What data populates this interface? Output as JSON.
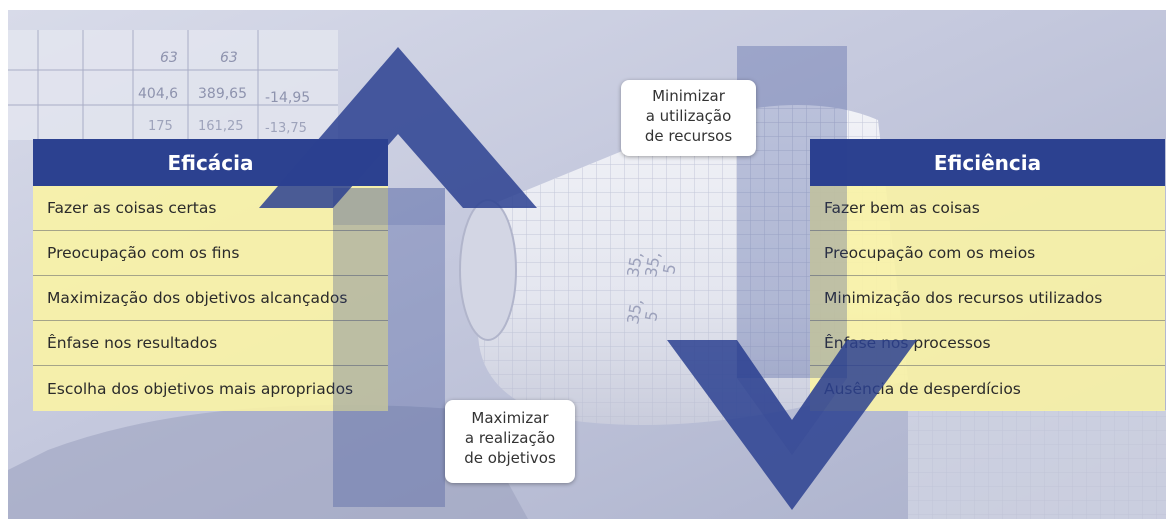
{
  "background": {
    "table_numbers": [
      "63",
      "63",
      "404,6",
      "389,65",
      "-14,95",
      "175",
      "161,25",
      "-13,75"
    ],
    "roll_numbers": [
      "35,",
      "35,",
      "5",
      "35,",
      "5"
    ]
  },
  "left_panel": {
    "title": "Eficácia",
    "items": [
      "Fazer as coisas certas",
      "Preocupação com os fins",
      "Maximização dos objetivos alcançados",
      "Ênfase nos resultados",
      "Escolha dos objetivos mais apropriados"
    ]
  },
  "right_panel": {
    "title": "Eficiência",
    "items": [
      "Fazer bem as coisas",
      "Preocupação com os meios",
      "Minimização dos recursos utilizados",
      "Ênfase nos processos",
      "Ausência de desperdícios"
    ]
  },
  "callout_top": {
    "lines": [
      "Minimizar",
      "a utilização",
      "de recursos"
    ]
  },
  "callout_bottom": {
    "lines": [
      "Maximizar",
      "a realização",
      "de objetivos"
    ]
  },
  "colors": {
    "header": "#2c4190",
    "row": "#faf3a5",
    "arrow": "#2c4190",
    "background": "#c3c7dc"
  }
}
